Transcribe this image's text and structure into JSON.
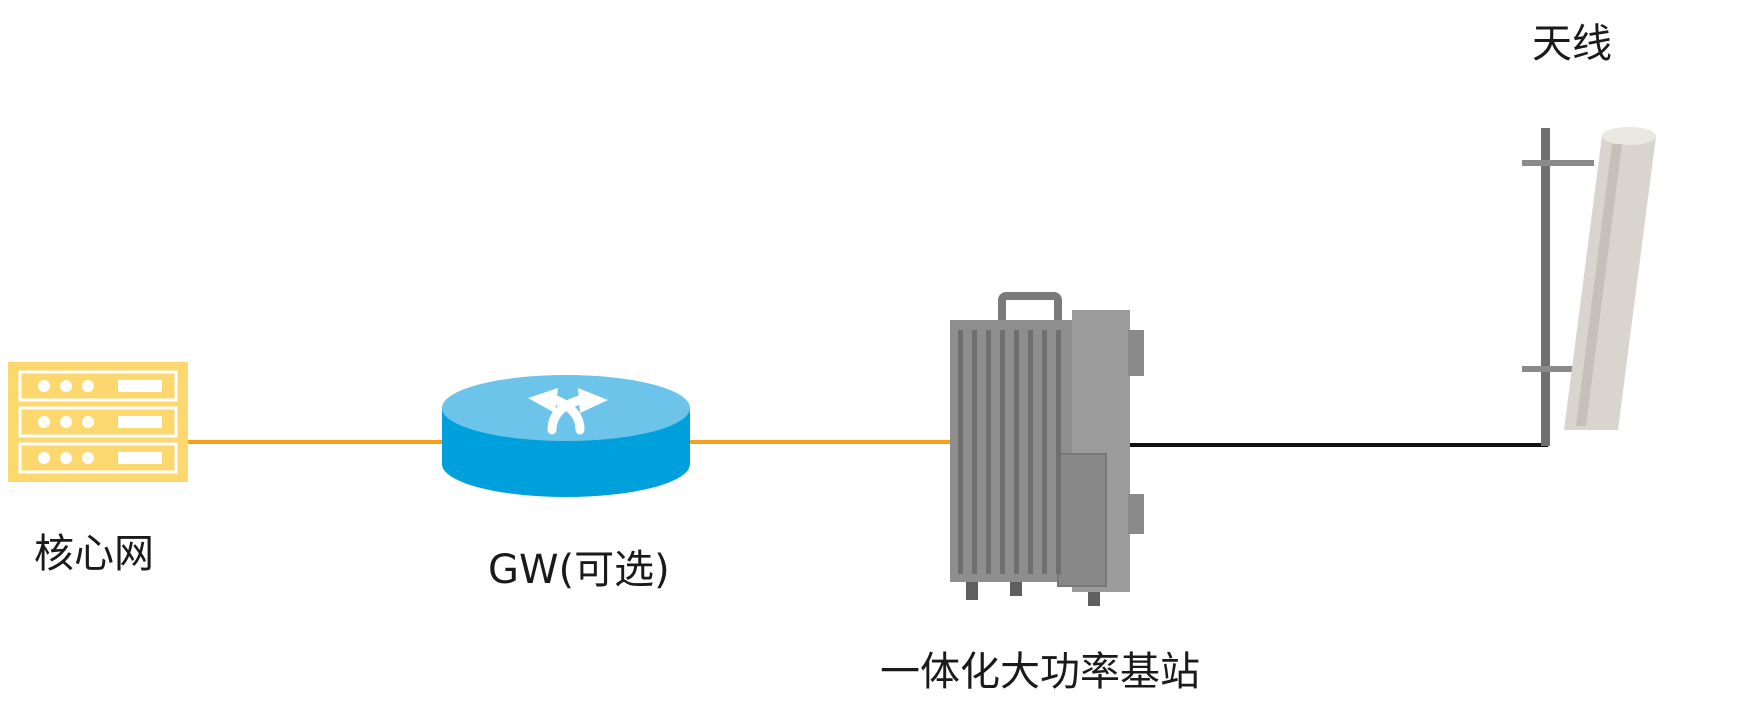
{
  "nodes": {
    "core_network": {
      "label": "核心网",
      "icon": "server-rack-icon"
    },
    "gateway": {
      "label": "GW(可选)",
      "icon": "router-icon"
    },
    "base_station": {
      "label": "一体化大功率基站",
      "icon": "base-station-unit-icon"
    },
    "antenna": {
      "label": "天线",
      "icon": "panel-antenna-icon"
    }
  },
  "colors": {
    "server": "#fdd86e",
    "server_dots": "#ffffff",
    "router_top": "#6cc4ea",
    "router_side": "#00a0dc",
    "router_arrows": "#ffffff",
    "fiber_link": "#f5a11c",
    "rf_cable": "#111111",
    "unit_body": "#8e8e8e",
    "unit_dark": "#6f6f6f",
    "antenna_body": "#d9d4cd",
    "mast": "#707070"
  }
}
